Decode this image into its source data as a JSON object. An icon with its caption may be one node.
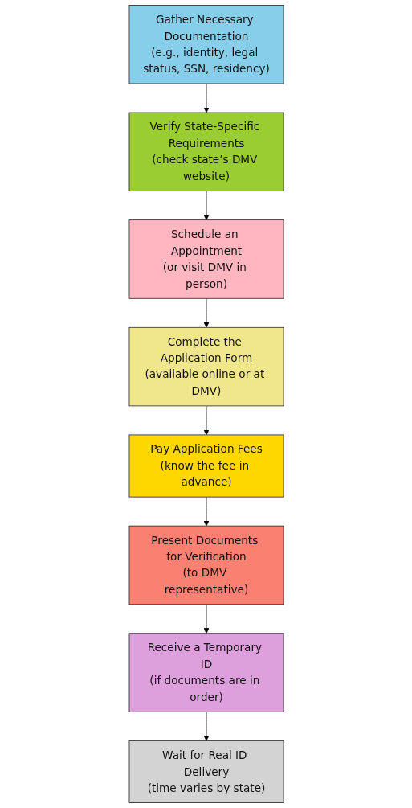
{
  "diagram": {
    "nodes": [
      {
        "text": [
          "Gather Necessary Documentation",
          "(e.g., identity, legal status, SSN, residency)"
        ]
      },
      {
        "text": [
          "Verify State-Specific Requirements",
          "(check state’s DMV website)"
        ]
      },
      {
        "text": [
          "Schedule an Appointment",
          "(or visit DMV in person)"
        ]
      },
      {
        "text": [
          "Complete the Application Form",
          "(available online or at DMV)"
        ]
      },
      {
        "text": [
          "Pay Application Fees",
          "(know the fee in advance)"
        ]
      },
      {
        "text": [
          "Present Documents for Verification",
          "(to DMV representative)"
        ]
      },
      {
        "text": [
          "Receive a Temporary ID",
          "(if documents are in order)"
        ]
      },
      {
        "text": [
          "Wait for Real ID Delivery",
          "(time varies by state)"
        ]
      }
    ],
    "edges": [
      {
        "from": 0,
        "to": 1,
        "arrow": "to"
      },
      {
        "from": 1,
        "to": 2,
        "arrow": "to"
      },
      {
        "from": 2,
        "to": 3,
        "arrow": "to"
      },
      {
        "from": 3,
        "to": 4,
        "arrow": "to"
      },
      {
        "from": 4,
        "to": 5,
        "arrow": "to"
      },
      {
        "from": 5,
        "to": 6,
        "arrow": "to"
      },
      {
        "from": 6,
        "to": 7,
        "arrow": "to"
      }
    ]
  }
}
